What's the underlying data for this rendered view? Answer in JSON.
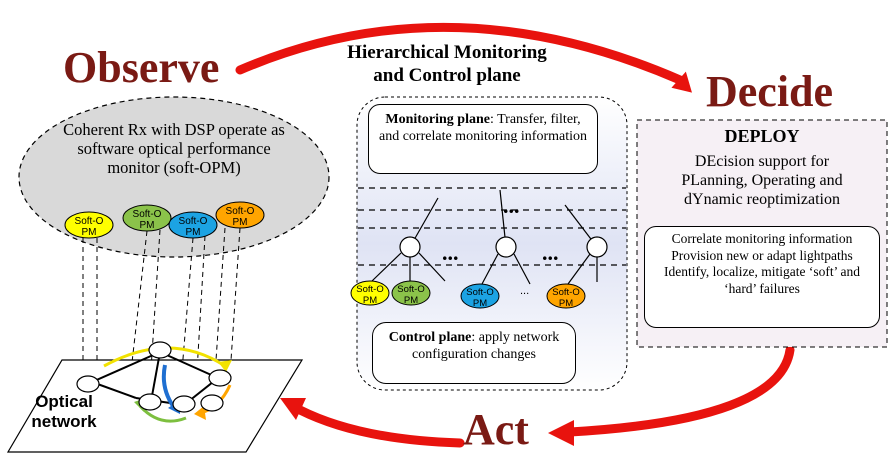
{
  "labels": {
    "observe": "Observe",
    "decide": "Decide",
    "act": "Act"
  },
  "hierarchy": {
    "title_line1": "Hierarchical Monitoring",
    "title_line2": "and Control plane",
    "monitoring_bold": "Monitoring plane",
    "monitoring_text": "Transfer, filter, and correlate monitoring information",
    "control_bold": "Control plane",
    "control_text": "apply network configuration changes",
    "ellipsis": "..."
  },
  "observe_panel": {
    "description": "Coherent Rx with DSP operate as software optical performance monitor (soft-OPM)",
    "opm_label": "Soft-OPM"
  },
  "deploy": {
    "title": "DEPLOY",
    "subtitle_line1": "DEcision support for",
    "subtitle_line2": "PLanning, Operating and",
    "subtitle_line3": "dYnamic reoptimization",
    "items": [
      "Correlate monitoring information",
      "Provision new or adapt lightpaths",
      "Identify, localize, mitigate ‘soft’ and ‘hard’ failures"
    ]
  },
  "network": {
    "label": "Optical network"
  },
  "colors": {
    "arrow": "#e8130e",
    "big_label": "#7a1a14",
    "opm_yellow": "#ffff00",
    "opm_green": "#8bc34a",
    "opm_blue": "#1ca3e3",
    "opm_orange": "#ffa500",
    "panel_fill": "#e6e8f5",
    "deploy_fill": "#f6f0f5"
  }
}
